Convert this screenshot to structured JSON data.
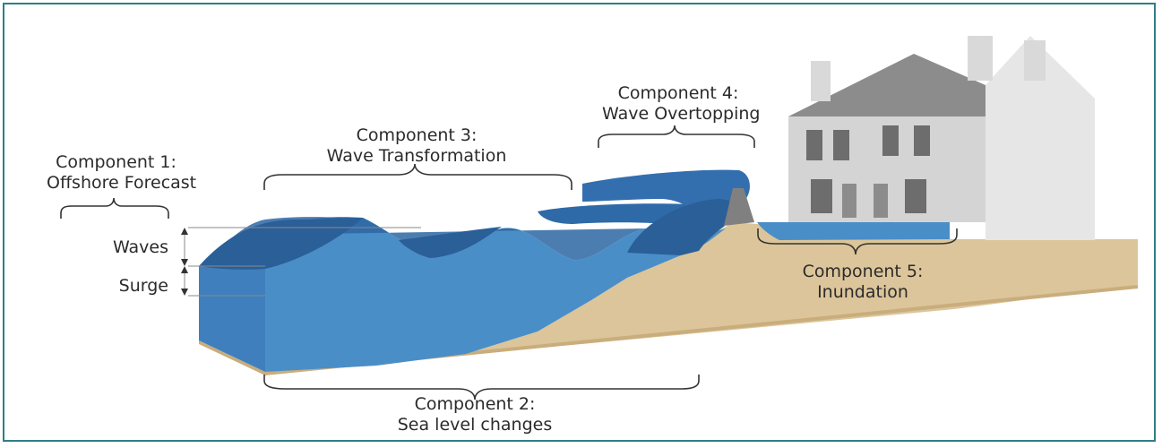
{
  "components": {
    "c1": {
      "title": "Component 1:",
      "name": "Offshore Forecast"
    },
    "c2": {
      "title": "Component 2:",
      "name": "Sea level changes"
    },
    "c3": {
      "title": "Component 3:",
      "name": "Wave Transformation"
    },
    "c4": {
      "title": "Component 4:",
      "name": "Wave Overtopping"
    },
    "c5": {
      "title": "Component 5:",
      "name": "Inundation"
    }
  },
  "side_labels": {
    "waves": "Waves",
    "surge": "Surge"
  },
  "colors": {
    "frame": "#2e7f84",
    "water_front": "#4a8ec8",
    "water_dark": "#2d66a3",
    "water_top": "#3773b0",
    "sand": "#dcc59a",
    "sand_dark": "#c9ad7c",
    "house_wall": "#dcdcdc",
    "house_roof": "#8c8c8c",
    "wall_concrete": "#808080"
  }
}
